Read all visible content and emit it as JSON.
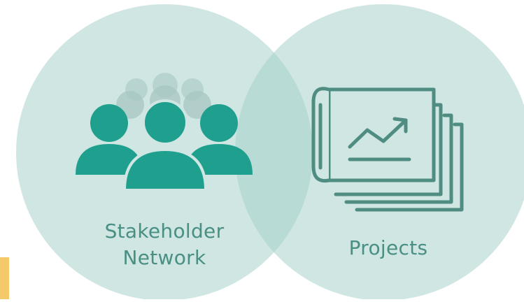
{
  "diagram": {
    "type": "venn",
    "colors": {
      "circle_fill": "#cfe6e3",
      "overlap_fill": "#b9dbd6",
      "icon_primary": "#1fa08e",
      "icon_outline": "#4f8d82",
      "faded_people": "#a7c7c2",
      "label": "#4a8f84",
      "accent_bar": "#f3c96a"
    },
    "left_circle": {
      "label_line1": "Stakeholder",
      "label_line2": "Network",
      "icon": "people-group-icon"
    },
    "right_circle": {
      "label": "Projects",
      "icon": "chart-document-icon"
    }
  }
}
